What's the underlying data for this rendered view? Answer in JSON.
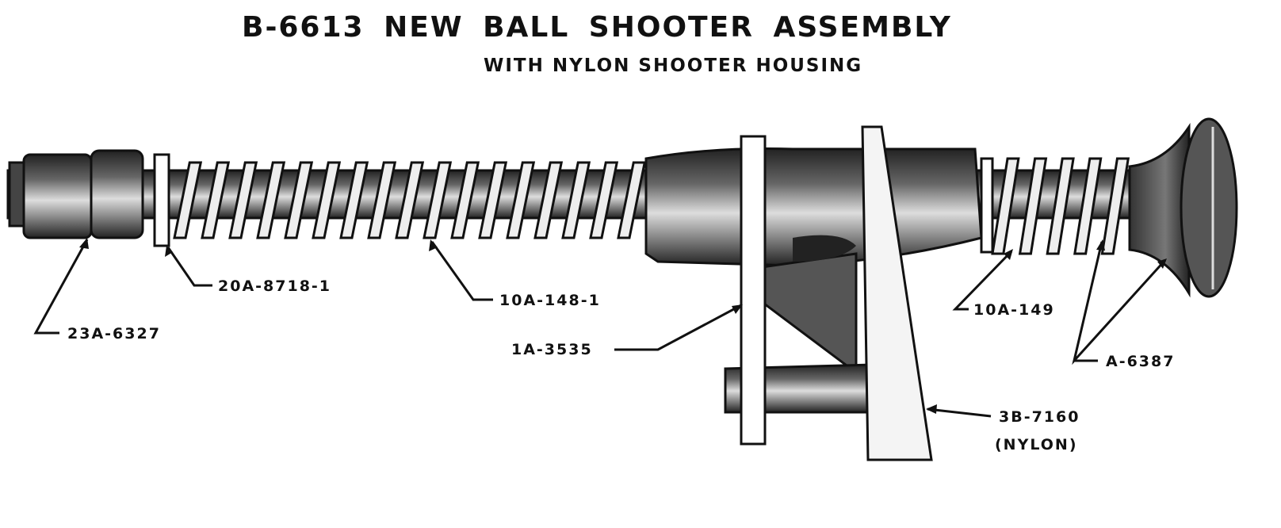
{
  "title": "B-6613  NEW BALL SHOOTER ASSEMBLY",
  "subtitle": "WITH NYLON SHOOTER HOUSING",
  "parts": {
    "end_nut": "23A-6327",
    "washer": "20A-8718-1",
    "main_spring": "10A-148-1",
    "bracket_plate": "1A-3535",
    "rear_spring": "10A-149",
    "knob_rod": "A-6387",
    "housing": "3B-7160",
    "housing_material": "(NYLON)"
  },
  "colors": {
    "ink": "#111111",
    "paper": "#ffffff",
    "shade": "#3a3a3a"
  }
}
